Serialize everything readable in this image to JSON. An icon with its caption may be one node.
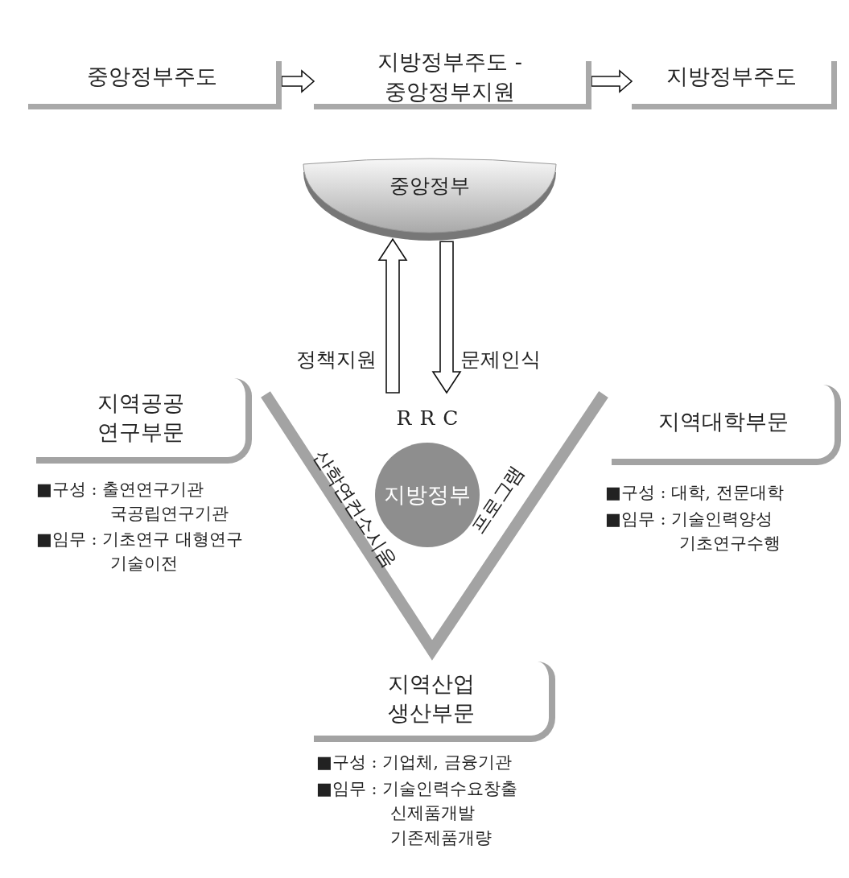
{
  "diagram": {
    "nodes": [
      {
        "text": [
          "중앙정부주도"
        ]
      },
      {
        "text": [
          "지방정부주도 - 중앙정부지원"
        ]
      },
      {
        "text": [
          "지방정부주도"
        ]
      },
      {
        "text": [
          "중앙정부"
        ]
      },
      {
        "text": [
          "지방정부"
        ],
        "beside": [
          "RRC"
        ]
      },
      {
        "text": [
          "지역공공 연구부문"
        ],
        "beside": [
          "■구성 : 출연연구기관 국공립연구기관",
          "■임무 : 기초연구 대형연구 기술이전"
        ]
      },
      {
        "text": [
          "지역대학부문"
        ],
        "beside": [
          "■구성 : 대학, 전문대학",
          "■임무 : 기술인력양성 기초연구수행"
        ]
      },
      {
        "text": [
          "지역산업 생산부문"
        ],
        "beside": [
          "■구성 : 기업체, 금융기관",
          "■임무 : 기술인력수요창출 신제품개발 기존제품개량"
        ]
      }
    ],
    "edges": [
      {
        "from": 0,
        "to": 1,
        "arrow": "to"
      },
      {
        "from": 1,
        "to": 2,
        "arrow": "to"
      },
      {
        "from": null,
        "to": 3,
        "arrow": "to",
        "label": "정책지원"
      },
      {
        "from": 3,
        "to": null,
        "arrow": "to",
        "label": "문제인식"
      }
    ],
    "labels": [
      "산학연컨소시움",
      "프로그램"
    ]
  }
}
